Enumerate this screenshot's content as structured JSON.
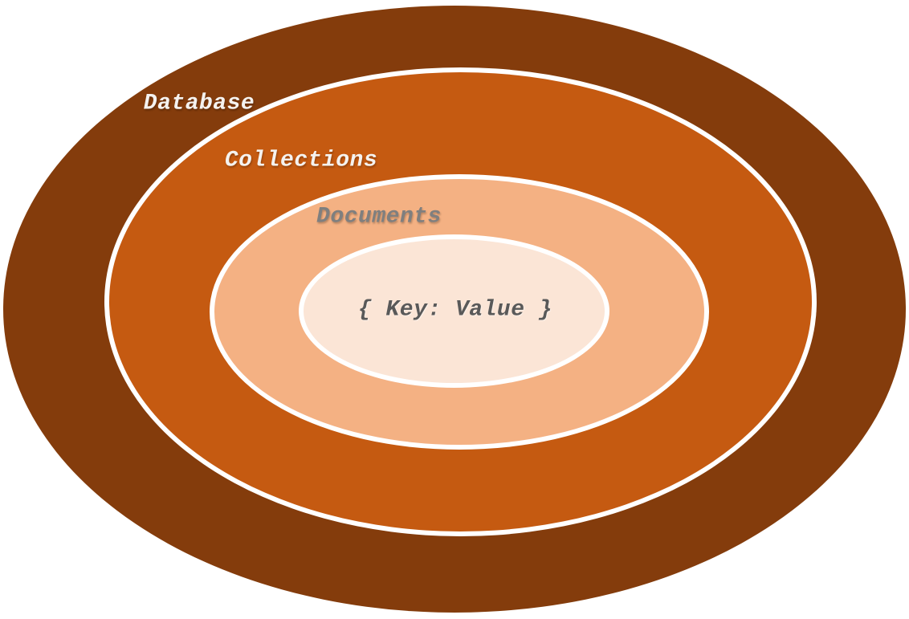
{
  "diagram": {
    "border_color": "#ffffff",
    "layers": [
      {
        "label": "Database",
        "fill": "#843c0c",
        "label_color": "#f5f2ef"
      },
      {
        "label": "Collections",
        "fill": "#c55a11",
        "label_color": "#f5f2ef"
      },
      {
        "label": "Documents",
        "fill": "#f4b183",
        "label_color": "#7f7f7f"
      },
      {
        "label": "{ Key: Value }",
        "fill": "#fbe5d6",
        "label_color": "#595959"
      }
    ]
  }
}
